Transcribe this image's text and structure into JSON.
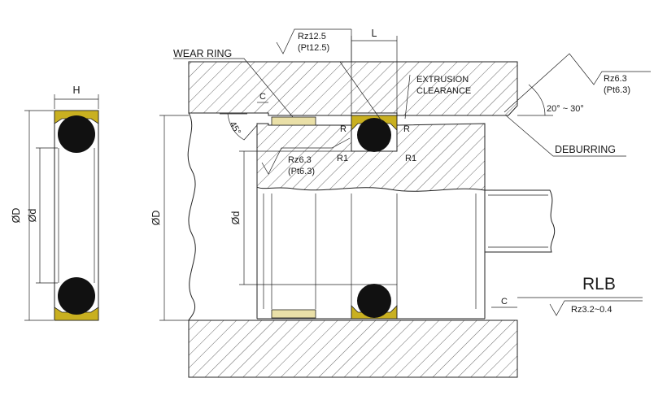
{
  "colors": {
    "seal_lip": "#c9b020",
    "o_ring": "#111111",
    "wear_ring": "#eae0a8",
    "hatch": "#555555",
    "line": "#222222"
  },
  "left_view": {
    "h_label": "H",
    "od_label": "ØD",
    "id_label": "Ød"
  },
  "main_view": {
    "wear_ring_label": "WEAR RING",
    "rz_top_1": "Rz12.5",
    "rz_top_2": "(Pt12.5)",
    "l_label": "L",
    "extrusion_1": "EXTRUSION",
    "extrusion_2": "CLEARANCE",
    "rz_right_1": "Rz6.3",
    "rz_right_2": "(Pt6.3)",
    "angle_range": "20° ~ 30°",
    "deburring_label": "DEBURRING",
    "c_label_top": "C",
    "angle_45": "45°",
    "r_labels": [
      "R",
      "R",
      "R1",
      "R1"
    ],
    "rz_mid_1": "Rz6.3",
    "rz_mid_2": "(Pt6.3)",
    "od_label": "ØD",
    "id_label": "Ød",
    "model_code": "RLB",
    "c_label_bottom": "C",
    "rz_bottom": "Rz3.2~0.4"
  }
}
